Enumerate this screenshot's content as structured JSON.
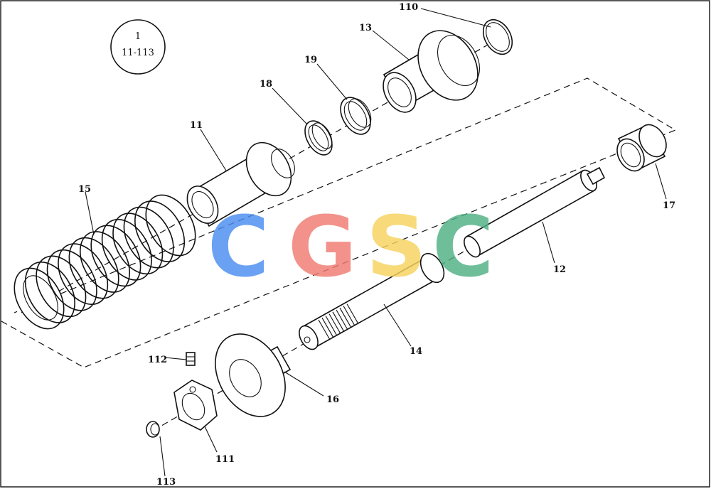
{
  "reference": {
    "line1": "1",
    "line2": "11-113"
  },
  "parts": [
    {
      "id": "p110",
      "number": "110"
    },
    {
      "id": "p13",
      "number": "13"
    },
    {
      "id": "p19",
      "number": "19"
    },
    {
      "id": "p18",
      "number": "18"
    },
    {
      "id": "p11",
      "number": "11"
    },
    {
      "id": "p15",
      "number": "15"
    },
    {
      "id": "p17",
      "number": "17"
    },
    {
      "id": "p12",
      "number": "12"
    },
    {
      "id": "p14",
      "number": "14"
    },
    {
      "id": "p16",
      "number": "16"
    },
    {
      "id": "p112",
      "number": "112"
    },
    {
      "id": "p111",
      "number": "111"
    },
    {
      "id": "p113",
      "number": "113"
    }
  ],
  "watermark": {
    "letters": [
      "C",
      "G",
      "S",
      "C"
    ],
    "colors": [
      "#4a8df0",
      "#f07b72",
      "#f7d35f",
      "#4fb083"
    ]
  }
}
